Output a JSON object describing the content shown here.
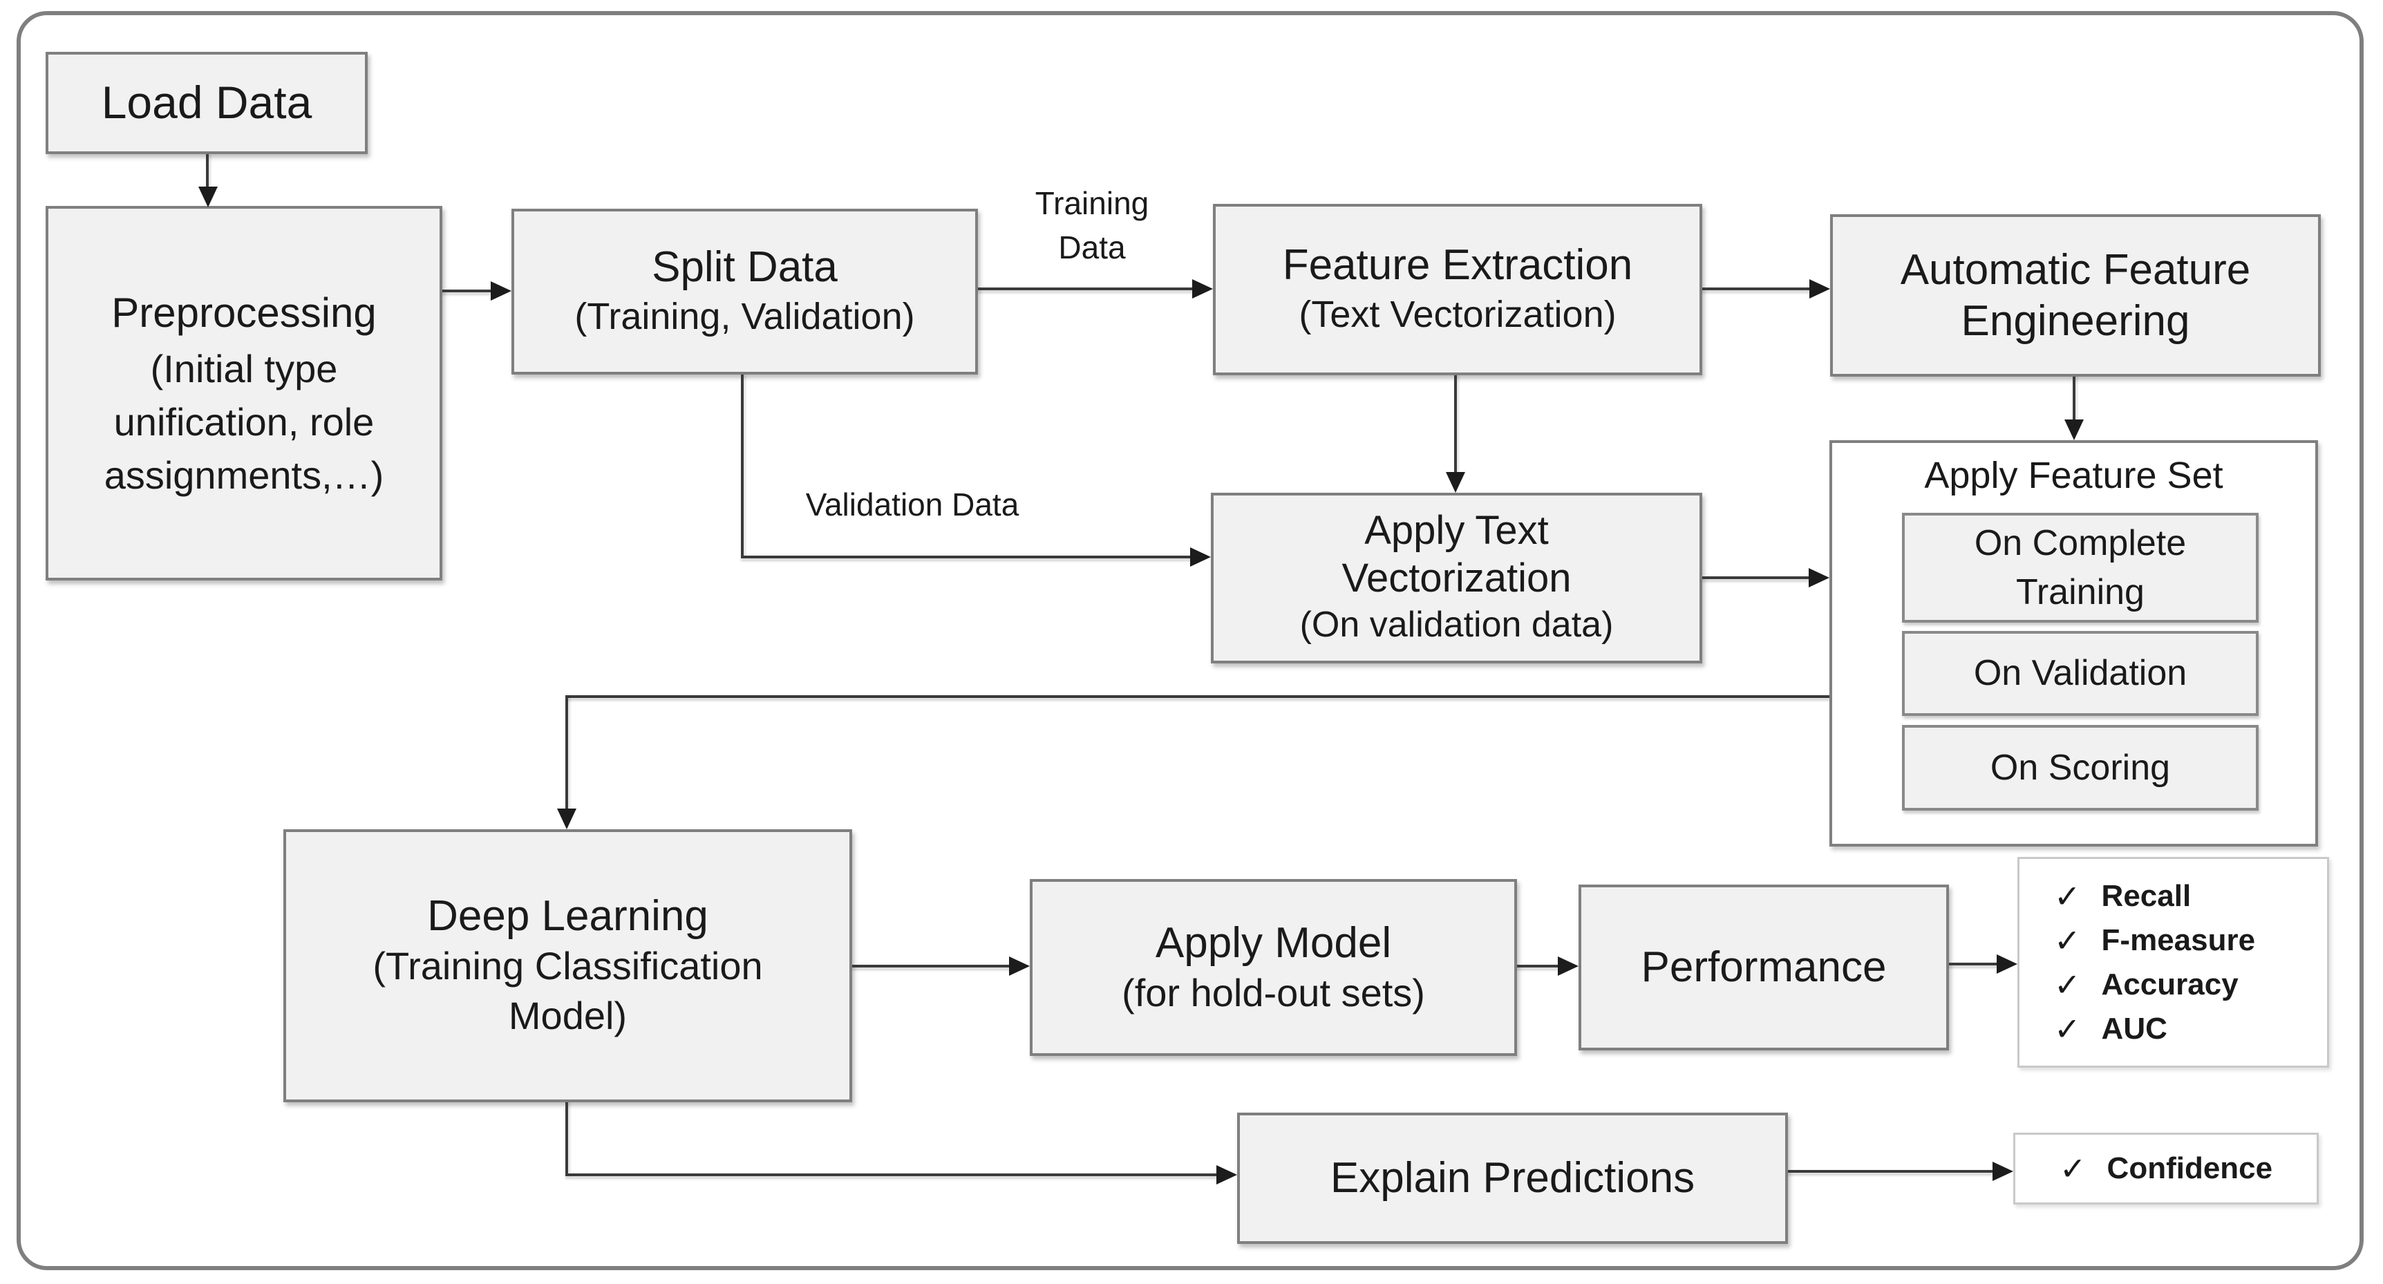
{
  "diagram": {
    "nodes": {
      "load_data": {
        "title": "Load Data"
      },
      "preprocessing": {
        "title": "Preprocessing",
        "sub_line1": "(Initial type",
        "sub_line2": "unification, role",
        "sub_line3": "assignments,…)"
      },
      "split_data": {
        "title": "Split Data",
        "subtitle": "(Training, Validation)"
      },
      "feature_extraction": {
        "title": "Feature Extraction",
        "subtitle": "(Text Vectorization)"
      },
      "automatic_feature_engineering": {
        "title_line1": "Automatic Feature",
        "title_line2": "Engineering"
      },
      "apply_text_vectorization": {
        "title_line1": "Apply Text",
        "title_line2": "Vectorization",
        "subtitle": "(On validation data)"
      },
      "apply_feature_set": {
        "title": "Apply Feature Set",
        "option1_line1": "On Complete",
        "option1_line2": "Training",
        "option2": "On Validation",
        "option3": "On Scoring"
      },
      "deep_learning": {
        "title": "Deep Learning",
        "sub_line1": "(Training Classification",
        "sub_line2": "Model)"
      },
      "apply_model": {
        "title": "Apply Model",
        "subtitle": "(for hold-out sets)"
      },
      "performance": {
        "title": "Performance"
      },
      "explain_predictions": {
        "title": "Explain Predictions"
      }
    },
    "edge_labels": {
      "training_data_line1": "Training",
      "training_data_line2": "Data",
      "validation_data": "Validation Data"
    },
    "checklists": {
      "metrics": {
        "checkmark": "✓",
        "items": [
          "Recall",
          "F-measure",
          "Accuracy",
          "AUC"
        ]
      },
      "confidence": {
        "checkmark": "✓",
        "label": "Confidence"
      }
    },
    "colors": {
      "node_fill": "#f1f1f1",
      "node_border": "#7f7f7f",
      "connector": "#3a3a3a",
      "arrowhead": "#1c1c1c",
      "checklist_border": "#c9c9c9",
      "background": "#ffffff",
      "text": "#1a1a1a"
    }
  }
}
